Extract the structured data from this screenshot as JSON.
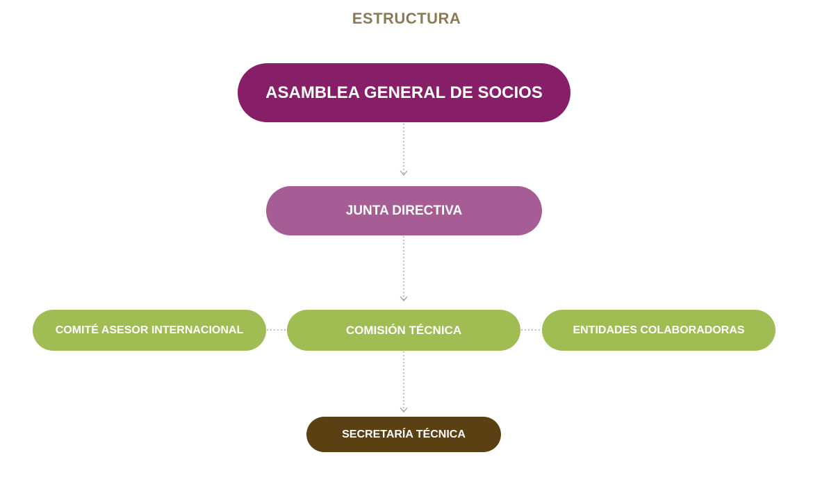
{
  "title": "ESTRUCTURA",
  "nodes": {
    "asamblea": "ASAMBLEA GENERAL DE SOCIOS",
    "junta": "JUNTA DIRECTIVA",
    "comite": "COMITÉ ASESOR INTERNACIONAL",
    "comision": "COMISIÓN TÉCNICA",
    "entidades": "ENTIDADES COLABORADORAS",
    "secretaria": "SECRETARÍA TÉCNICA"
  },
  "colors": {
    "title": "#8c7a55",
    "asamblea": "#861f68",
    "junta": "#a65d95",
    "green": "#9fbd52",
    "secretaria": "#5a4012",
    "connector": "#9a9a9a"
  }
}
